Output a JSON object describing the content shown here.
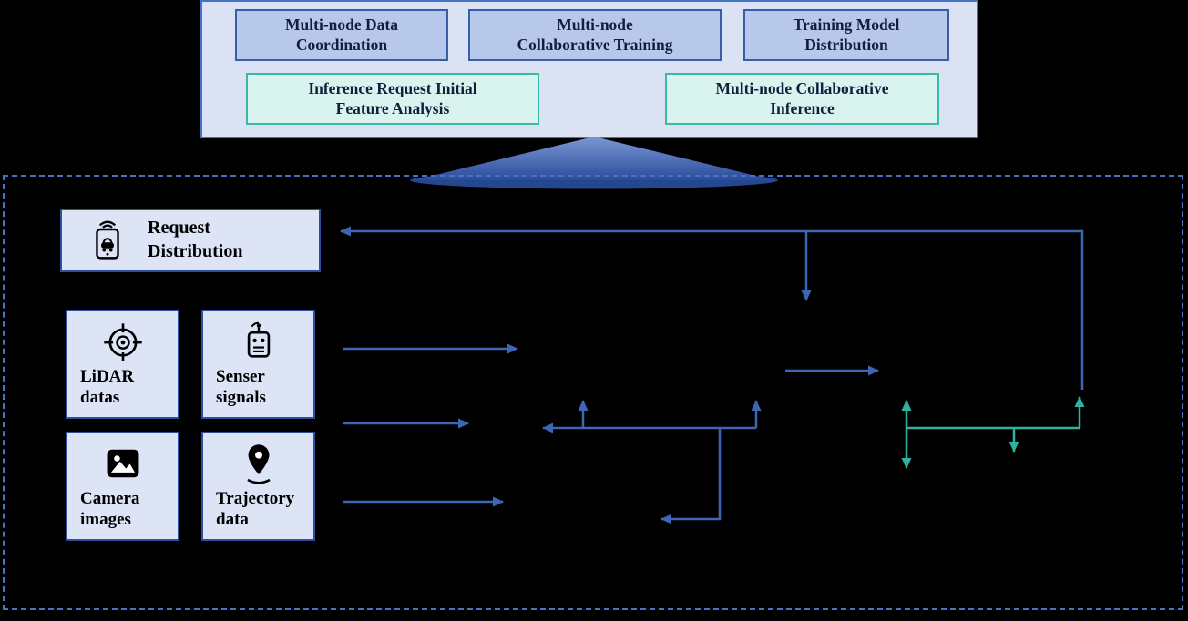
{
  "colors": {
    "background": "#000000",
    "blue_accent": "#4472c4",
    "teal_accent": "#2fb3a0",
    "panel_fill": "#dbe2f3",
    "blue_box_fill": "#b7c8ea",
    "teal_box_fill": "#d9f3ee",
    "node_fill": "#dce4f5"
  },
  "top_panel": {
    "blue_boxes": [
      {
        "label": "Multi-node Data\nCoordination"
      },
      {
        "label": "Multi-node\nCollaborative Training"
      },
      {
        "label": "Training Model\nDistribution"
      }
    ],
    "teal_boxes": [
      {
        "label": "Inference Request Initial\nFeature Analysis"
      },
      {
        "label": "Multi-node Collaborative\nInference"
      }
    ]
  },
  "bottom_panel": {
    "request_node": {
      "label": "Request\nDistribution",
      "icon": "vehicle-signal-icon"
    },
    "source_nodes": [
      {
        "label": "LiDAR\ndatas",
        "icon": "lidar-target-icon"
      },
      {
        "label": "Senser\nsignals",
        "icon": "sensor-device-icon"
      },
      {
        "label": "Camera\nimages",
        "icon": "camera-image-icon"
      },
      {
        "label": "Trajectory\ndata",
        "icon": "trajectory-pin-icon"
      }
    ]
  }
}
